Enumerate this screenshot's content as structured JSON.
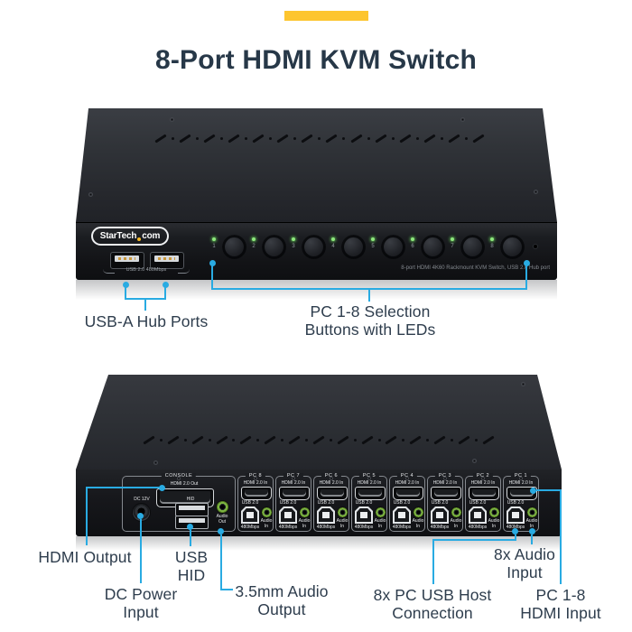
{
  "header": {
    "title": "8-Port HDMI KVM Switch"
  },
  "front": {
    "brand_pre": "StarTech",
    "brand_post": "com",
    "usb_hub_caption": "USB 2.0 480Mbps",
    "button_numbers": [
      "1",
      "2",
      "3",
      "4",
      "5",
      "6",
      "7",
      "8"
    ],
    "panel_caption": "8-port HDMI 4K60 Rackmount KVM Switch, USB 2.0 Hub port",
    "callout_usb_hub": "USB-A Hub Ports",
    "callout_buttons": "PC 1-8 Selection\nButtons with LEDs"
  },
  "rear": {
    "console": {
      "section_label": "CONSOLE",
      "dc_label": "DC 12V",
      "hid_label": "HID",
      "hdmi_label": "HDMI 2.0 Out",
      "audio_label": "Audio\nOut"
    },
    "pc_sections": [
      {
        "section_label": "PC 8",
        "hdmi_label": "HDMI 2.0 In",
        "usb_label": "USB 2.0",
        "usb_speed": "480Mbps",
        "audio_label": "Audio\nIn"
      },
      {
        "section_label": "PC 7",
        "hdmi_label": "HDMI 2.0 In",
        "usb_label": "USB 2.0",
        "usb_speed": "480Mbps",
        "audio_label": "Audio\nIn"
      },
      {
        "section_label": "PC 6",
        "hdmi_label": "HDMI 2.0 In",
        "usb_label": "USB 2.0",
        "usb_speed": "480Mbps",
        "audio_label": "Audio\nIn"
      },
      {
        "section_label": "PC 5",
        "hdmi_label": "HDMI 2.0 In",
        "usb_label": "USB 2.0",
        "usb_speed": "480Mbps",
        "audio_label": "Audio\nIn"
      },
      {
        "section_label": "PC 4",
        "hdmi_label": "HDMI 2.0 In",
        "usb_label": "USB 2.0",
        "usb_speed": "480Mbps",
        "audio_label": "Audio\nIn"
      },
      {
        "section_label": "PC 3",
        "hdmi_label": "HDMI 2.0 In",
        "usb_label": "USB 2.0",
        "usb_speed": "480Mbps",
        "audio_label": "Audio\nIn"
      },
      {
        "section_label": "PC 2",
        "hdmi_label": "HDMI 2.0 In",
        "usb_label": "USB 2.0",
        "usb_speed": "480Mbps",
        "audio_label": "Audio\nIn"
      },
      {
        "section_label": "PC 1",
        "hdmi_label": "HDMI 2.0 In",
        "usb_label": "USB 2.0",
        "usb_speed": "480Mbps",
        "audio_label": "Audio\nIn"
      }
    ],
    "callouts": {
      "hdmi_output": "HDMI Output",
      "usb_hid": "USB\nHID",
      "dc_power": "DC Power\nInput",
      "audio_output": "3.5mm Audio\nOutput",
      "usb_host": "8x PC USB Host\nConnection",
      "audio_input": "8x Audio\nInput",
      "hdmi_input": "PC 1-8\nHDMI Input"
    }
  },
  "colors": {
    "accent_yellow": "#fdc52f",
    "callout_blue": "#29abe2",
    "title_navy": "#273848",
    "led_green": "#8ee87d",
    "audio_jack_green": "#7cb342"
  }
}
